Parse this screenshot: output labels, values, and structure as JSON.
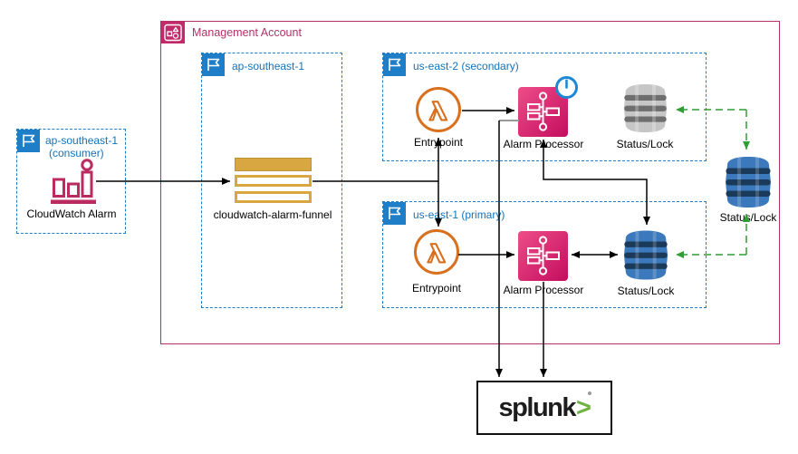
{
  "management_account": {
    "label": "Management Account"
  },
  "consumer_region": {
    "name_line1": "ap-southeast-1",
    "name_line2": "(consumer)",
    "cloudwatch_alarm_label": "CloudWatch Alarm"
  },
  "funnel_region": {
    "name": "ap-southeast-1",
    "queue_label": "cloudwatch-alarm-funnel"
  },
  "secondary_region": {
    "name": "us-east-2 (secondary)",
    "entrypoint_label": "Entrypoint",
    "alarm_processor_label": "Alarm Processor",
    "status_lock_label": "Status/Lock"
  },
  "primary_region": {
    "name": "us-east-1 (primary)",
    "entrypoint_label": "Entrypoint",
    "alarm_processor_label": "Alarm Processor",
    "status_lock_label": "Status/Lock"
  },
  "global_table": {
    "label": "Status/Lock"
  },
  "splunk": {
    "wordmark": "splunk",
    "chevron": ">"
  },
  "colors": {
    "management_pink": "#B5306A",
    "region_blue": "#1E7EC8",
    "region_text_blue": "#1372BA",
    "lambda_orange": "#D8701E",
    "queue_gold": "#D9A741",
    "processor_pink_start": "#EE4D88",
    "processor_pink_end": "#C30D5F",
    "cloudwatch_alarm_pink": "#BB2B61",
    "dynamodb_blue": "#3C79BC",
    "dynamodb_band_dark": "#1B3A5A",
    "dynamodb_gray": "#C6C6C6",
    "dynamodb_gray_band": "#6E6E6E",
    "replication_green": "#2F9E33",
    "clock_blue": "#1E88D2",
    "splunk_green": "#6DB33F"
  },
  "edges": [
    {
      "from": "CloudWatch Alarm",
      "to": "cloudwatch-alarm-funnel",
      "style": "solid-black"
    },
    {
      "from": "cloudwatch-alarm-funnel",
      "to": "Entrypoint (us-east-2)",
      "style": "solid-black"
    },
    {
      "from": "cloudwatch-alarm-funnel",
      "to": "Entrypoint (us-east-1)",
      "style": "solid-black"
    },
    {
      "from": "Entrypoint (us-east-2)",
      "to": "Alarm Processor (us-east-2)",
      "style": "solid-black"
    },
    {
      "from": "Entrypoint (us-east-1)",
      "to": "Alarm Processor (us-east-1)",
      "style": "solid-black"
    },
    {
      "from": "Alarm Processor (us-east-1)",
      "to": "Status/Lock (us-east-1)",
      "style": "solid-black-bidirectional"
    },
    {
      "from": "Alarm Processor (us-east-2)",
      "to": "Status/Lock (us-east-1)",
      "style": "solid-black-bidirectional"
    },
    {
      "from": "Alarm Processor (us-east-2)",
      "to": "splunk",
      "style": "solid-black"
    },
    {
      "from": "Alarm Processor (us-east-1)",
      "to": "splunk",
      "style": "solid-black"
    },
    {
      "from": "Status/Lock (global)",
      "to": "Status/Lock (us-east-2)",
      "style": "dashed-green"
    },
    {
      "from": "Status/Lock (global)",
      "to": "Status/Lock (us-east-2)",
      "style": "dashed-green-arrow-into-global-top"
    },
    {
      "from": "Status/Lock (global)",
      "to": "Status/Lock (us-east-1)",
      "style": "dashed-green-bidirectional"
    }
  ]
}
